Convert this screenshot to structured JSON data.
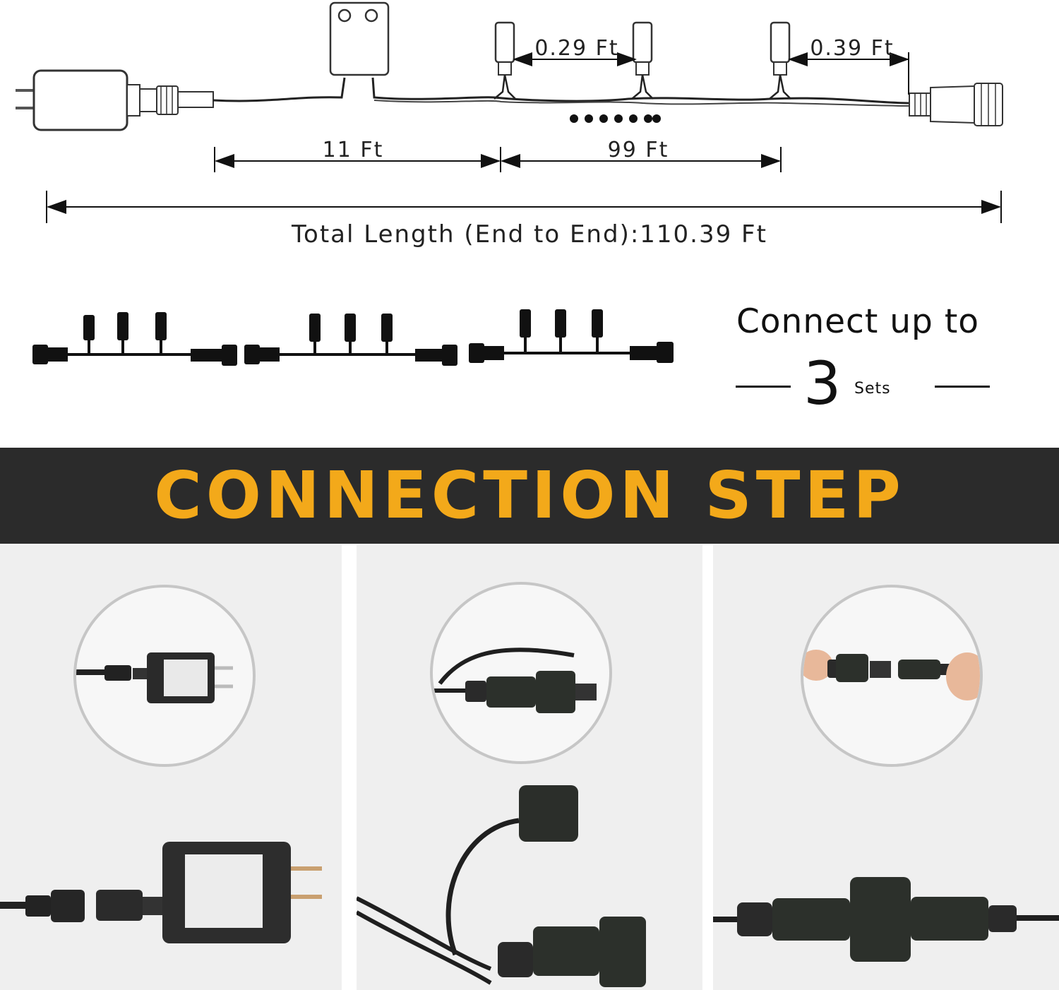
{
  "dimensions": {
    "seg_0_29": "0.29 Ft",
    "seg_0_39": "0.39 Ft",
    "seg_11": "11 Ft",
    "seg_99": "99 Ft",
    "total": "Total Length (End to End):110.39 Ft"
  },
  "connect": {
    "text": "Connect up to",
    "count": "3",
    "unit": "Sets"
  },
  "banner": {
    "title": "CONNECTION STEP"
  },
  "colors": {
    "banner_bg": "#2b2b2b",
    "accent": "#f3a91a",
    "panel_bg": "#efefef"
  },
  "steps": [
    {
      "icon": "power-adapter-connector-icon"
    },
    {
      "icon": "waterproof-cap-connector-icon"
    },
    {
      "icon": "connector-join-icon"
    }
  ]
}
